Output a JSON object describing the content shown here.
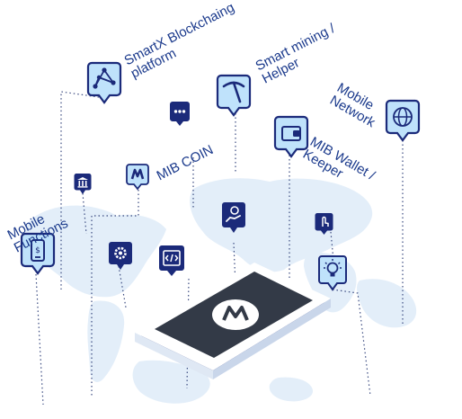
{
  "labels": {
    "smartx": [
      "SmartX Blockchaing",
      "platform"
    ],
    "mining": [
      "Smart mining /",
      "Helper"
    ],
    "network": [
      "Mobile",
      "Network"
    ],
    "wallet": [
      "MIB Wallet /",
      "Keeper"
    ],
    "coin": [
      "MIB COIN"
    ],
    "functions": [
      "Mobile",
      "Functions"
    ]
  },
  "icons": {
    "smartx": "network-nodes-icon",
    "mining": "pickaxe-icon",
    "network": "globe-icon",
    "wallet": "wallet-icon",
    "coin": "mib-logo-icon",
    "functions": "mobile-phone-icon",
    "chat": "chat-bubble-icon",
    "bank": "bank-icon",
    "settings": "gear-icon",
    "code": "code-icon",
    "payment": "hand-coin-icon",
    "touch": "touch-gesture-icon",
    "idea": "lightbulb-icon",
    "phone_logo": "mib-logo-icon"
  },
  "colors": {
    "navy": "#1b2a7a",
    "light_blue": "#bfe2fb",
    "mid_blue": "#5aa8e6",
    "label_blue": "#1b3a8c",
    "map": "#e3eef9",
    "screen": "#333a47"
  }
}
